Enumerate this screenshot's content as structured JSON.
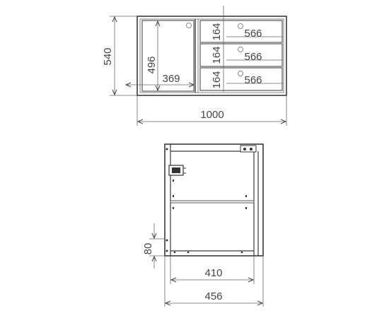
{
  "front_view": {
    "dims": {
      "total_width": "1000",
      "total_height": "540",
      "door_height": "496",
      "door_width": "369",
      "drawer_height_1": "164",
      "drawer_height_2": "164",
      "drawer_height_3": "164",
      "drawer_width_1": "566",
      "drawer_width_2": "566",
      "drawer_width_3": "566"
    }
  },
  "side_view": {
    "dims": {
      "outer_depth": "456",
      "inner_depth": "410",
      "plinth_height": "80"
    }
  },
  "colors": {
    "line": "#3a3a3a",
    "text": "#444444"
  }
}
